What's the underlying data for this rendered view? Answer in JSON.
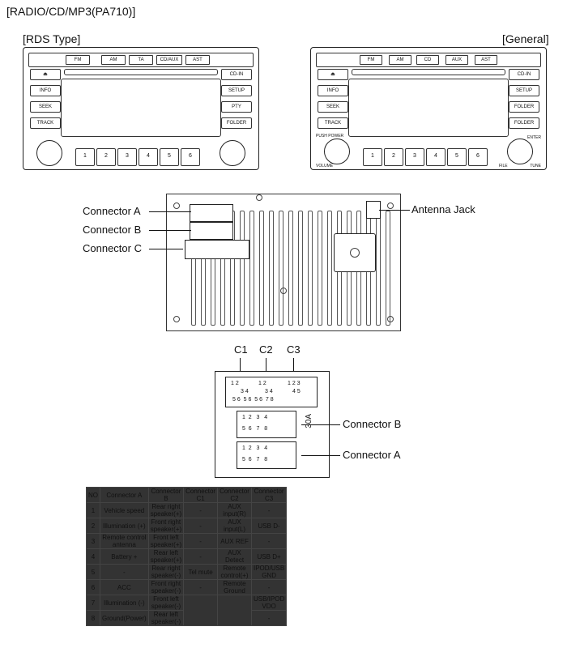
{
  "page_title": "[RADIO/CD/MP3(PA710)]",
  "rds_label": "[RDS Type]",
  "general_label": "[General]",
  "rds_unit": {
    "bands": [
      "FM",
      "AM",
      "TA",
      "CD/AUX",
      "AST"
    ],
    "left_buttons": [
      "INFO",
      "SEEK",
      "TRACK"
    ],
    "right_buttons": [
      "CD-IN",
      "SETUP",
      "PTY",
      "FOLDER"
    ],
    "presets": [
      "1",
      "2",
      "3",
      "4",
      "5",
      "6"
    ]
  },
  "general_unit": {
    "bands": [
      "FM",
      "AM",
      "CD",
      "AUX",
      "AST"
    ],
    "left_buttons": [
      "INFO",
      "SEEK",
      "TRACK"
    ],
    "right_buttons": [
      "CD-IN",
      "SETUP",
      "FOLDER",
      "FOLDER"
    ],
    "presets": [
      "1",
      "2",
      "3",
      "4",
      "5",
      "6"
    ],
    "knob_labels": [
      "PUSH POWER",
      "VOLUME",
      "ENTER",
      "FILE",
      "TUNE"
    ]
  },
  "callouts": {
    "connector_a": "Connector A",
    "connector_b": "Connector B",
    "connector_c": "Connector C",
    "antenna_jack": "Antenna Jack"
  },
  "detail": {
    "c_labels": [
      "C1",
      "C2",
      "C3"
    ],
    "connector_b": "Connector B",
    "connector_a": "Connector A",
    "fuse": "30A"
  },
  "table": {
    "headers": [
      "NO",
      "Connector A",
      "Connector B",
      "Connector C1",
      "Connector C2",
      "Connector C3"
    ],
    "rows": [
      [
        "1",
        "Vehicle speed",
        "Rear right speaker(+)",
        "-",
        "AUX input(R)",
        "-"
      ],
      [
        "2",
        "Illumination (+)",
        "Front right speaker(+)",
        "-",
        "AUX input(L)",
        "USB D-"
      ],
      [
        "3",
        "Remote control antenna",
        "Front left speaker(+)",
        "-",
        "AUX REF",
        "-"
      ],
      [
        "4",
        "Battery +",
        "Rear left speaker(+)",
        "-",
        "AUX Detect",
        "USB D+"
      ],
      [
        "5",
        "-",
        "Rear right speaker(-)",
        "Tel mute",
        "Remote control(+)",
        "IPOD/USB GND"
      ],
      [
        "6",
        "ACC",
        "Front right speaker(-)",
        "-",
        "Remote Ground",
        "-"
      ],
      [
        "7",
        "Illumination (-)",
        "Front left speaker(-)",
        "",
        "",
        "USB/IPOD VDO"
      ],
      [
        "8",
        "Ground(Power)",
        "Rear left speaker(-)",
        "",
        "",
        "-"
      ]
    ]
  }
}
